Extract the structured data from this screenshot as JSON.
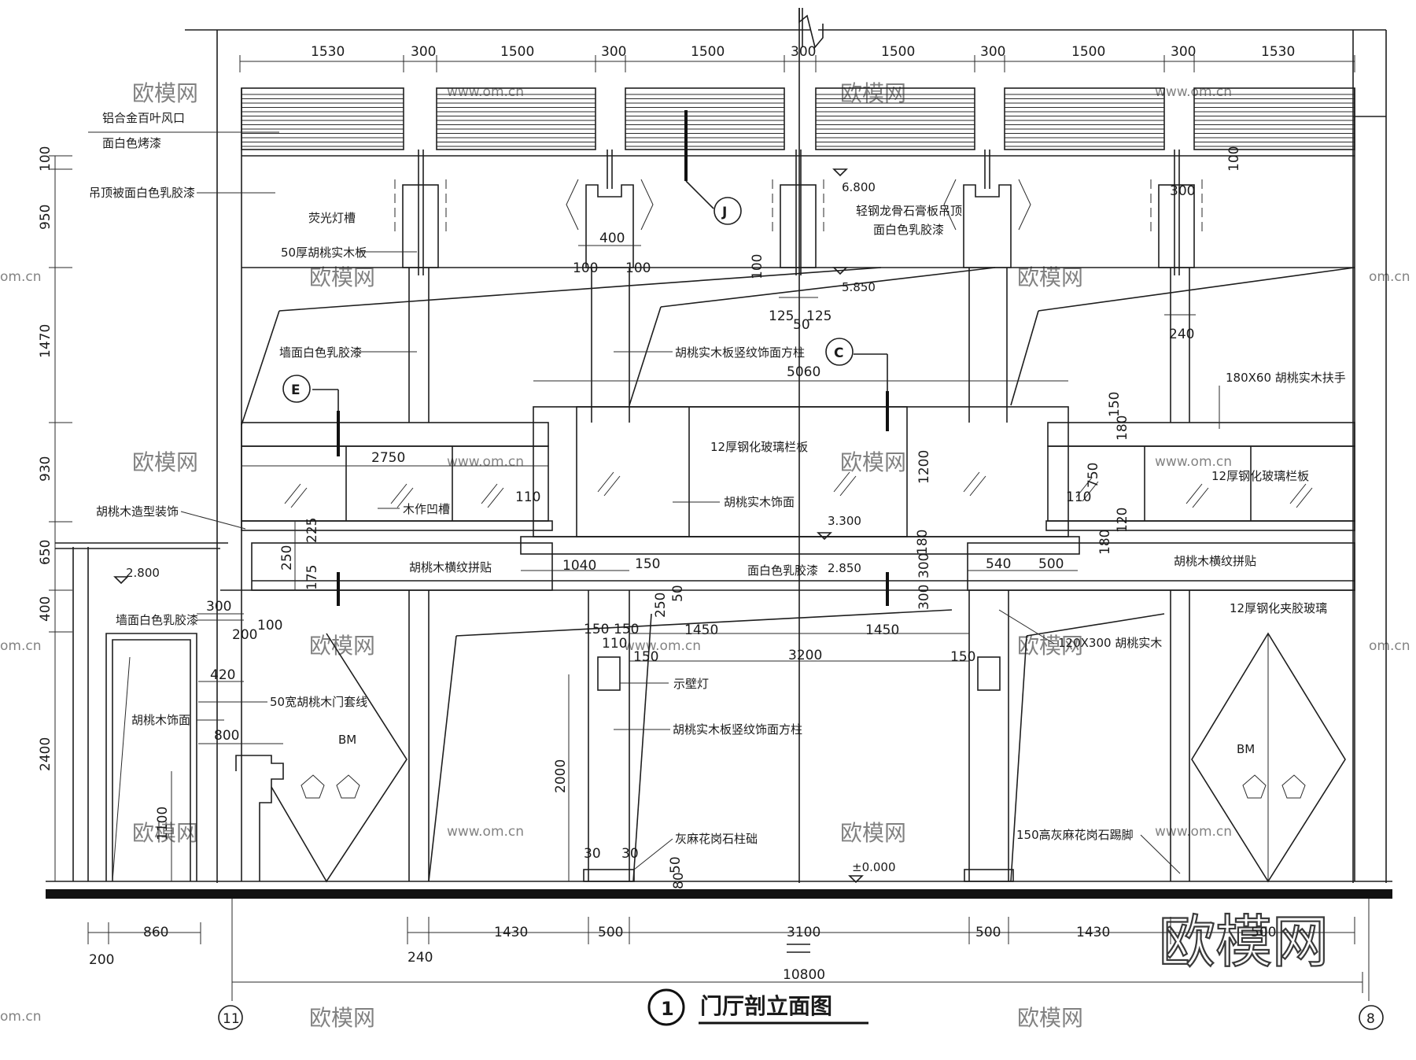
{
  "top_dimensions": [
    "1530",
    "300",
    "1500",
    "300",
    "1500",
    "300",
    "1500",
    "300",
    "1500",
    "300",
    "1530"
  ],
  "left_dimensions": [
    "100",
    "950",
    "1470",
    "930",
    "650",
    "400",
    "2400"
  ],
  "bottom_dimensions": {
    "left_860": "860",
    "left_200": "200",
    "left_240": "240",
    "d1430a": "1430",
    "d500a": "500",
    "d3100": "3100",
    "d500b": "500",
    "d1430b": "1430",
    "d500c": "500",
    "total": "10800"
  },
  "annotations": {
    "louver": "铝合金百叶风口",
    "paint_white": "面白色烤漆",
    "ceiling_board": "吊顶被面白色乳胶漆",
    "light_trough": "荧光灯槽",
    "walnut_board_50": "50厚胡桃实木板",
    "wall_latex": "墙面白色乳胶漆",
    "column_face": "胡桃实木板竖纹饰面方柱",
    "keel_ceiling": "轻钢龙骨石膏板吊顶",
    "keel_ceiling_paint": "面白色乳胶漆",
    "handrail": "180X60 胡桃实木扶手",
    "glass_rail_center": "12厚钢化玻璃栏板",
    "glass_rail_right": "12厚钢化玻璃栏板",
    "walnut_deco_shape": "胡桃木造型装饰",
    "wood_groove": "木作凹槽",
    "walnut_face": "胡桃实木饰面",
    "walnut_horizontal_left": "胡桃木横纹拼贴",
    "walnut_horizontal_right": "胡桃木横纹拼贴",
    "ceiling_latex": "面白色乳胶漆",
    "laminated_glass": "12厚钢化夹胶玻璃",
    "wall_latex_lower": "墙面白色乳胶漆",
    "walnut_facing": "胡桃木饰面",
    "door_trim": "50宽胡桃木门套线",
    "wall_lamp": "示壁灯",
    "column_face_lower": "胡桃实木板竖纹饰面方柱",
    "granite_base": "灰麻花岗石柱础",
    "granite_skirting": "150高灰麻花岗石踢脚",
    "walnut_solid": "120X300 胡桃实木",
    "bm_left": "BM",
    "bm_right": "BM"
  },
  "levels": {
    "l6800": "6.800",
    "l5850": "5.850",
    "l3300": "3.300",
    "l2850": "2.850",
    "l2800": "2.800",
    "l0000": "±0.000"
  },
  "inner_dimensions": {
    "d400": "400",
    "d100a": "100",
    "d100b": "100",
    "d300": "300",
    "d100c": "100",
    "d100d": "100",
    "d125a": "125",
    "d50": "50",
    "d125b": "125",
    "d240": "240",
    "d5060": "5060",
    "d150": "150",
    "d180a": "180",
    "d750": "750",
    "d1200": "1200",
    "d180b": "180",
    "d120": "120",
    "d180c": "180",
    "d2750": "2750",
    "d110a": "110",
    "d110b": "110",
    "d225": "225",
    "d250a": "250",
    "d175": "175",
    "d1040": "1040",
    "d150b": "150",
    "d300b": "300",
    "d300c": "300",
    "d540": "540",
    "d500": "500",
    "d250b": "250",
    "d50b": "50",
    "d1450a": "1450",
    "d1450b": "1450",
    "d3200": "3200",
    "d150c": "150",
    "d150d": "150",
    "d110c": "110",
    "d150e": "150",
    "d150f": "150",
    "d300d": "300",
    "d200": "200",
    "d100e": "100",
    "d420": "420",
    "d800": "800",
    "d1100": "1100",
    "d2000": "2000",
    "d30a": "30",
    "d30b": "30",
    "d50c": "50",
    "d80": "80"
  },
  "markers": {
    "j": "J",
    "c": "C",
    "e": "E"
  },
  "axes": {
    "left": "11",
    "right": "8"
  },
  "title": {
    "number": "1",
    "text": "门厅剖立面图"
  },
  "watermarks": {
    "logo": "欧模网",
    "url": "www.om.cn",
    "url_short": "om.cn"
  }
}
